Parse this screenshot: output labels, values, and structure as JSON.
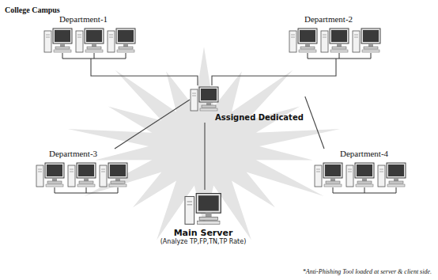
{
  "diagram": {
    "title": "College Campus",
    "nodes": [
      {
        "text": [
          "Department-1"
        ]
      },
      {
        "text": [
          "Department-2"
        ]
      },
      {
        "text": [
          "Assigned Dedicated"
        ]
      },
      {
        "text": [
          "Department-3"
        ]
      },
      {
        "text": [
          "Department-4"
        ]
      },
      {
        "text": [
          "Main Server",
          "(Analyze TP,FP,TN,TP Rate)"
        ]
      }
    ],
    "edges": [
      {
        "from": 0,
        "to": 2,
        "arrow": "none"
      },
      {
        "from": 1,
        "to": 2,
        "arrow": "none"
      },
      {
        "from": 3,
        "to": 2,
        "arrow": "none"
      },
      {
        "from": 4,
        "to": 2,
        "arrow": "none"
      },
      {
        "from": 5,
        "to": 2,
        "arrow": "none"
      }
    ],
    "labels": [
      "*Anti-Phishing Tool loaded at server & client side."
    ]
  }
}
